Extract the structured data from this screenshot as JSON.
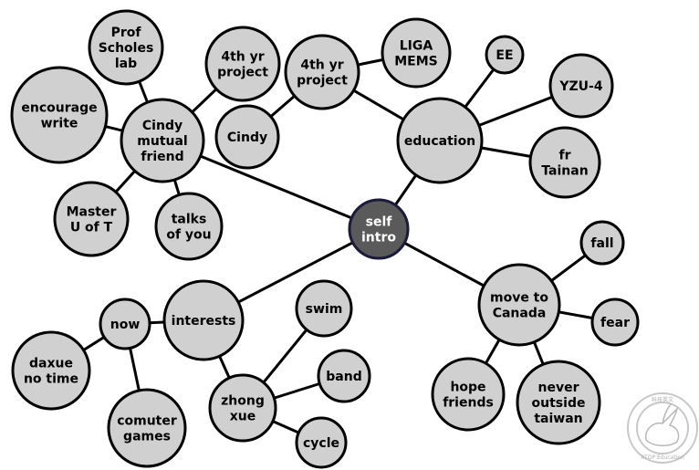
{
  "diagram": {
    "center": {
      "id": "self_intro",
      "lines": [
        "self",
        "intro"
      ]
    },
    "nodes": [
      {
        "id": "self_intro",
        "lines": [
          "self",
          "intro"
        ]
      },
      {
        "id": "cindy_friend",
        "lines": [
          "Cindy",
          "mutual",
          "friend"
        ]
      },
      {
        "id": "prof_scholes",
        "lines": [
          "Prof",
          "Scholes",
          "lab"
        ]
      },
      {
        "id": "encourage_write",
        "lines": [
          "encourage",
          "write"
        ]
      },
      {
        "id": "project_left",
        "lines": [
          "4th yr",
          "project"
        ]
      },
      {
        "id": "master_uoft",
        "lines": [
          "Master",
          "U of T"
        ]
      },
      {
        "id": "talks_of_you",
        "lines": [
          "talks",
          "of you"
        ]
      },
      {
        "id": "cindy",
        "lines": [
          "Cindy"
        ]
      },
      {
        "id": "project_right",
        "lines": [
          "4th yr",
          "project"
        ]
      },
      {
        "id": "liga_mems",
        "lines": [
          "LIGA",
          "MEMS"
        ]
      },
      {
        "id": "education",
        "lines": [
          "education"
        ]
      },
      {
        "id": "ee",
        "lines": [
          "EE"
        ]
      },
      {
        "id": "yzu4",
        "lines": [
          "YZU-4"
        ]
      },
      {
        "id": "fr_tainan",
        "lines": [
          "fr",
          "Tainan"
        ]
      },
      {
        "id": "interests",
        "lines": [
          "interests"
        ]
      },
      {
        "id": "now",
        "lines": [
          "now"
        ]
      },
      {
        "id": "daxue",
        "lines": [
          "daxue",
          "no time"
        ]
      },
      {
        "id": "comuter_games",
        "lines": [
          "comuter",
          "games"
        ]
      },
      {
        "id": "zhong_xue",
        "lines": [
          "zhong",
          "xue"
        ]
      },
      {
        "id": "swim",
        "lines": [
          "swim"
        ]
      },
      {
        "id": "band",
        "lines": [
          "band"
        ]
      },
      {
        "id": "cycle",
        "lines": [
          "cycle"
        ]
      },
      {
        "id": "move_canada",
        "lines": [
          "move to",
          "Canada"
        ]
      },
      {
        "id": "fall",
        "lines": [
          "fall"
        ]
      },
      {
        "id": "fear",
        "lines": [
          "fear"
        ]
      },
      {
        "id": "hope_friends",
        "lines": [
          "hope",
          "friends"
        ]
      },
      {
        "id": "never_outside",
        "lines": [
          "never",
          "outside",
          "taiwan"
        ]
      }
    ],
    "edges": [
      [
        "self_intro",
        "cindy_friend"
      ],
      [
        "self_intro",
        "education"
      ],
      [
        "self_intro",
        "interests"
      ],
      [
        "self_intro",
        "move_canada"
      ],
      [
        "cindy_friend",
        "prof_scholes"
      ],
      [
        "cindy_friend",
        "encourage_write"
      ],
      [
        "cindy_friend",
        "project_left"
      ],
      [
        "cindy_friend",
        "master_uoft"
      ],
      [
        "cindy_friend",
        "talks_of_you"
      ],
      [
        "education",
        "project_right"
      ],
      [
        "project_right",
        "cindy"
      ],
      [
        "project_right",
        "liga_mems"
      ],
      [
        "education",
        "ee"
      ],
      [
        "education",
        "yzu4"
      ],
      [
        "education",
        "fr_tainan"
      ],
      [
        "interests",
        "now"
      ],
      [
        "now",
        "daxue"
      ],
      [
        "now",
        "comuter_games"
      ],
      [
        "interests",
        "zhong_xue"
      ],
      [
        "zhong_xue",
        "swim"
      ],
      [
        "zhong_xue",
        "band"
      ],
      [
        "zhong_xue",
        "cycle"
      ],
      [
        "move_canada",
        "fall"
      ],
      [
        "move_canada",
        "fear"
      ],
      [
        "move_canada",
        "hope_friends"
      ],
      [
        "move_canada",
        "never_outside"
      ]
    ]
  },
  "watermark": {
    "top_text": "科技英文",
    "ring_text": "XTOP Education"
  }
}
